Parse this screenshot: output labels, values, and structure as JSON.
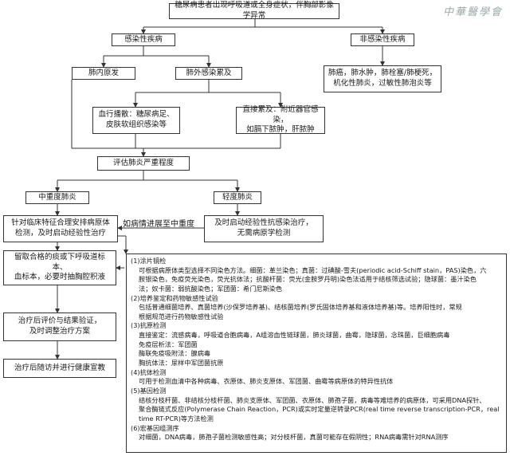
{
  "header": {
    "logo_text": "中華醫學會"
  },
  "nodes": {
    "top": "糖尿病患者出现呼吸道或全身症状，伴胸部影像学异常",
    "infectious": "感染性疾病",
    "noninfectious": "非感染性疾病",
    "primary": "肺内原发",
    "extrapulmonary": "肺外感染累及",
    "noninf_detail_1": "肺癌，肺水肿，肺栓塞/肺梗死，",
    "noninf_detail_2": "机化性肺炎，过敏性肺泡炎等",
    "hematogenous_1": "血行播散：糖尿病足、",
    "hematogenous_2": "皮肤软组织感染等",
    "direct_1": "直接累及：附近器官感染，",
    "direct_2": "如膈下脓肿，肝脓肿",
    "severity": "评估肺炎严重程度",
    "moderate_severe": "中重度肺炎",
    "mild": "轻度肺炎",
    "ms_treat_1": "针对临床特征合理安排病原体",
    "ms_treat_2": "检测，及时启动经验性治疗",
    "progress_label": "如病情进展至中重度",
    "mild_treat_1": "及时启动经验性抗感染治疗，",
    "mild_treat_2": "无需病原学检测",
    "specimen_1": "留取合格的痰或下呼吸道标本、",
    "specimen_2": "血标本，必要时抽胸腔积液",
    "verify_1": "治疗后评价与结果验证，",
    "verify_2": "及时调整治疗方案",
    "followup": "治疗后随访并进行健康宣教"
  },
  "details": [
    {
      "head": "(1)涂片镜检",
      "lines": [
        "可根据病原体类型选择不同染色方法。细菌：革兰染色；真菌：过碘酸-雪夫(periodic acid-Schiff stain，PAS)染色，六",
        "胺银染色，免疫荧光染色，荧光抗体法；抗酸杆菌：荧光(金胺罗丹明)染色法适用于结核筛选试验；隐球菌：墨汁染色",
        "法；奴卡菌：弱抗酸染色；军团菌：希门尼斯染色"
      ]
    },
    {
      "head": "(2)培养鉴定和药物敏感性试验",
      "lines": [
        "包括普通细菌培养、真菌培养(沙保罗培养基)、结核菌培养(罗氏固体培养基和液体培养基)等。培养阳性时，常规",
        "根据规范进行药物敏感性试验"
      ]
    },
    {
      "head": "(3)抗原检测",
      "lines": [
        "直接鉴定：流感病毒，呼吸道合胞病毒，A组溶血性链球菌，肺炎球菌，曲霉，隐球菌，念珠菌，巨细胞病毒",
        "免疫层析法：军团菌",
        "酶联免疫吸附法：腺病毒",
        "胸抗体法：尿样中军团菌抗原"
      ]
    },
    {
      "head": "(4)抗体检测",
      "lines": [
        "可用于检测血清中各种病毒、衣原体、肺炎支原体、军团菌、曲霉等病原体的特异性抗体"
      ]
    },
    {
      "head": "(5)基因检测",
      "lines": [
        "结核分枝杆菌、非结核分枝杆菌、肺炎支原体、军团菌、衣原体、肺孢子菌，病毒等难培养的病原体，可采用DNA探针、",
        "聚合酶链式反应(Polymerase Chain Reaction，PCR)或实时定量逆转录PCR(real time reverse transcription-PCR，real",
        "time RT-PCR)等方法检测"
      ]
    },
    {
      "head": "(6)宏基因组测序",
      "lines": [
        "对细菌，DNA病毒，肺孢子菌检测敏感性高；对分枝杆菌，真菌可能存在假阴性；RNA病毒需针对RNA测序"
      ]
    }
  ]
}
